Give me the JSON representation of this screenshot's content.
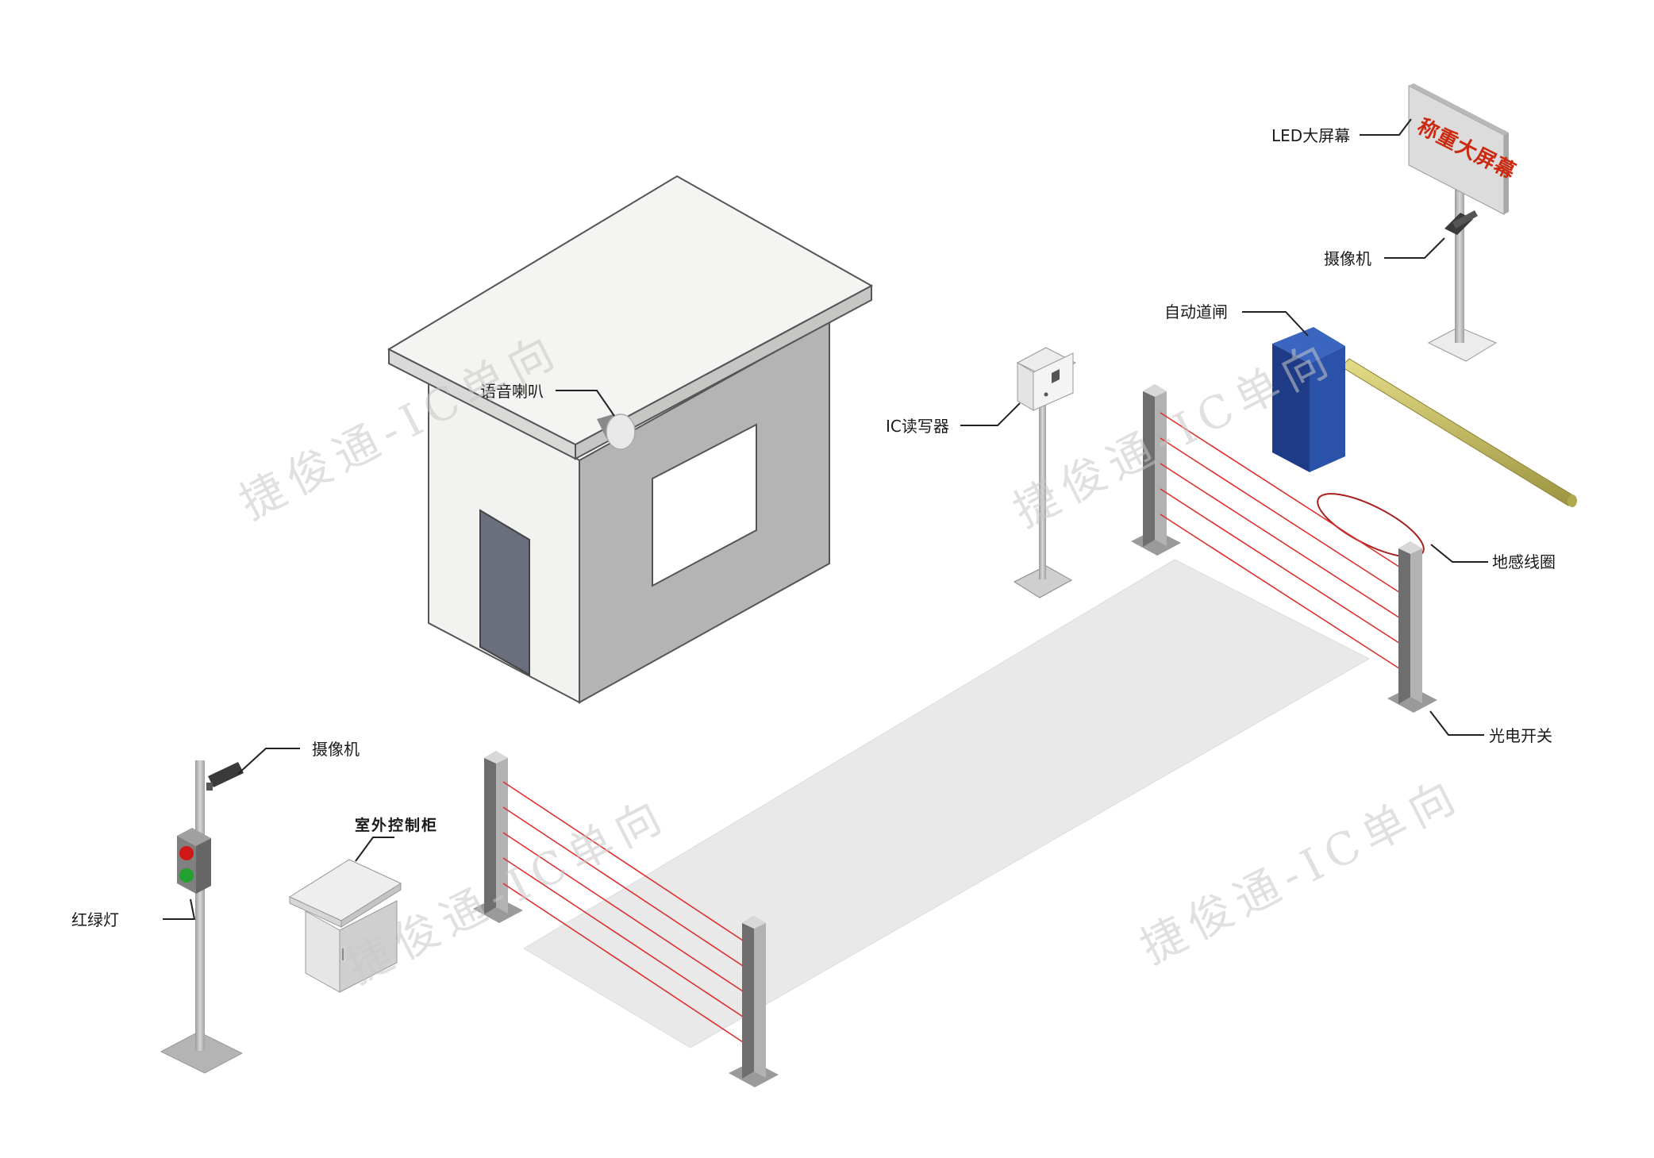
{
  "labels": {
    "led_screen": "LED大屏幕",
    "camera_top": "摄像机",
    "barrier_gate": "自动道闸",
    "ic_reader": "IC读写器",
    "speaker": "语音喇叭",
    "ground_loop": "地感线圈",
    "photo_switch": "光电开关",
    "camera_bottom": "摄像机",
    "traffic_light": "红绿灯",
    "control_cabinet": "室外控制柜"
  },
  "sign_text": "称重大屏幕",
  "watermark": "捷俊通-IC单向",
  "colors": {
    "beam": "#e03030",
    "gate_body": "#1f3f8a",
    "boom_arm": "#c8c25a",
    "sign_text": "#cc2a10",
    "booth_door": "#6a6e7d",
    "loop": "#a82020",
    "light_red": "#d01818",
    "light_green": "#22a030"
  }
}
